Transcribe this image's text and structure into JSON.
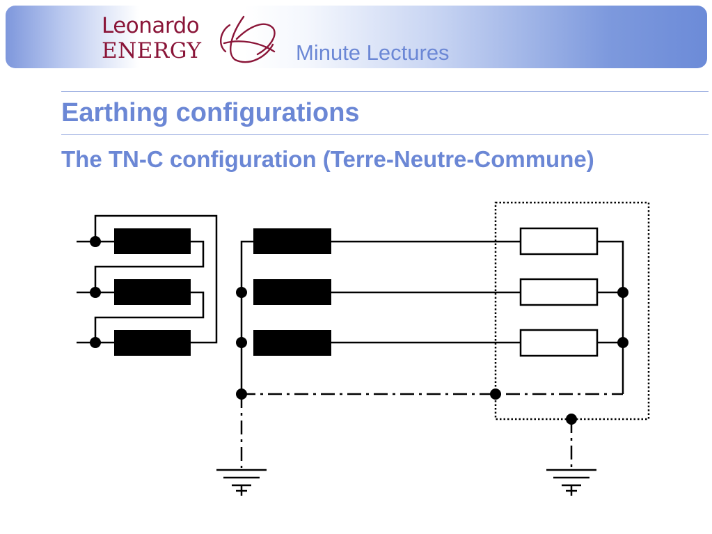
{
  "header": {
    "logo_line1": "Leonardo",
    "logo_line2": "ENERGY",
    "title": "Minute Lectures"
  },
  "slide": {
    "title": "Earthing configurations",
    "subtitle": "The TN-C configuration (Terre-Neutre-Commune)"
  },
  "colors": {
    "accent": "#6b87d5",
    "logo": "#8a1538",
    "line": "#000000"
  }
}
